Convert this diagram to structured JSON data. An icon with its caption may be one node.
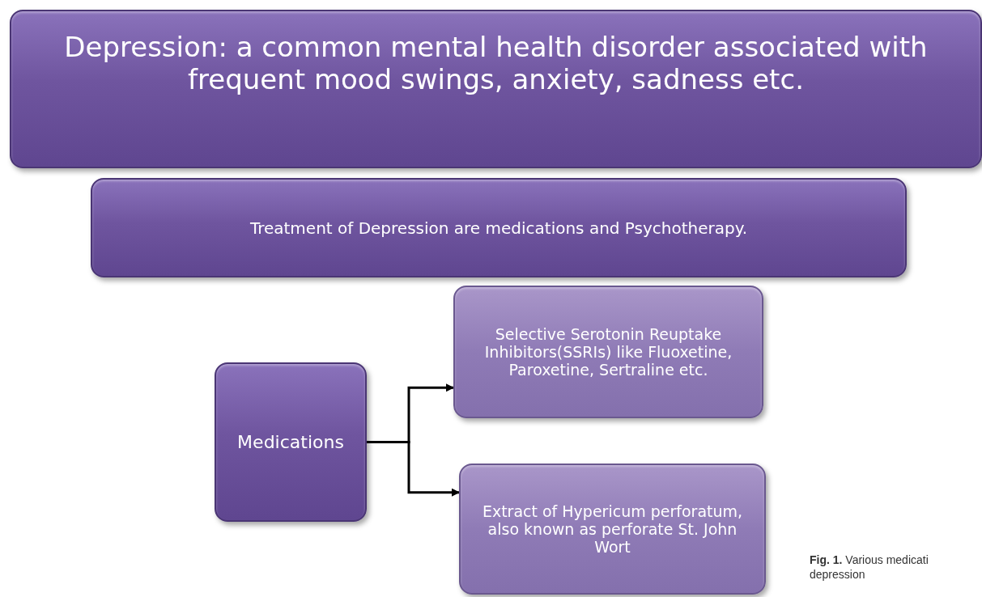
{
  "diagram": {
    "caption": "**Fig. 1.** Various medicati depression",
    "nodes": [
      {
        "text": [
          "Depression: a common mental health disorder associated with frequent mood swings, anxiety, sadness etc."
        ]
      },
      {
        "text": [
          "Treatment of Depression are medications and Psychotherapy."
        ]
      },
      {
        "text": [
          "Medications"
        ]
      },
      {
        "text": [
          "Selective Serotonin Reuptake Inhibitors(SSRIs) like Fluoxetine, Paroxetine, Sertraline etc."
        ]
      },
      {
        "text": [
          "Extract of Hypericum perforatum, also known as perforate St. John Wort"
        ]
      }
    ],
    "edges": [
      {
        "from": 2,
        "to": 3,
        "arrow": "to"
      },
      {
        "from": 2,
        "to": 4,
        "arrow": "to"
      }
    ]
  }
}
